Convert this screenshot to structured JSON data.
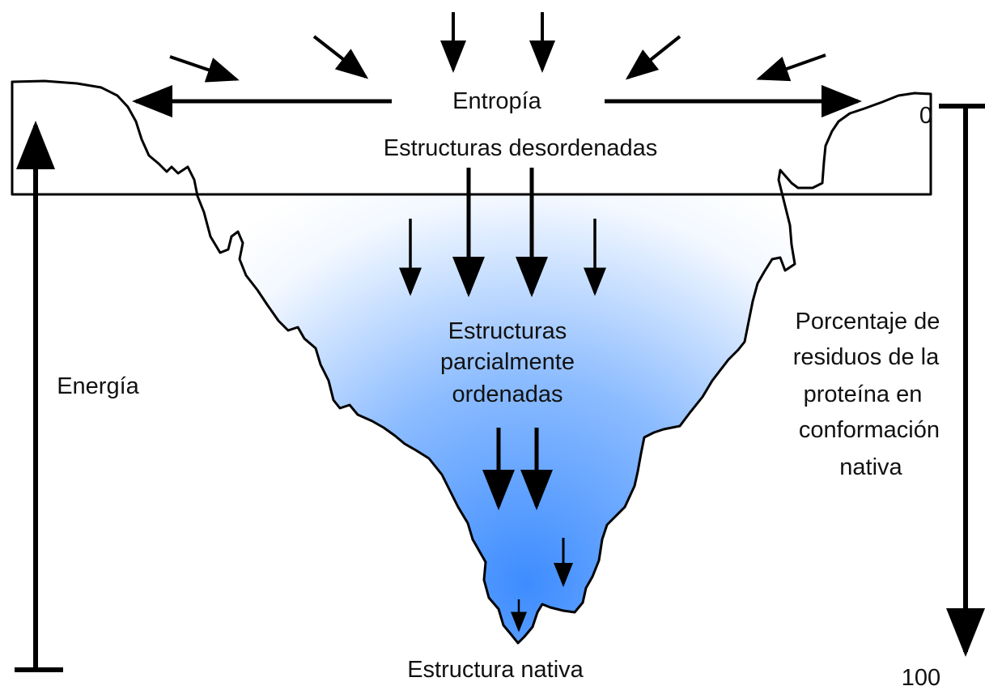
{
  "labels": {
    "entropy": "Entropía",
    "disordered": "Estructuras desordenadas",
    "partial": [
      "Estructuras",
      "parcialmente",
      "ordenadas"
    ],
    "native": "Estructura nativa",
    "energy": "Energía",
    "percent": [
      "Porcentaje de",
      "residuos de la",
      "proteína en",
      "conformación",
      "nativa"
    ],
    "scale_top": "0",
    "scale_bottom": "100"
  },
  "colors": {
    "funnel_top": "#ffffff",
    "funnel_bottom": "#3d8cff",
    "ink": "#000000"
  }
}
